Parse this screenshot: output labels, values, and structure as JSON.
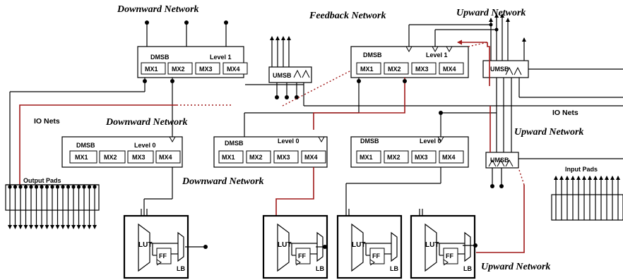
{
  "labels": {
    "downward_network": "Downward Network",
    "upward_network": "Upward Network",
    "feedback_network": "Feedback Network",
    "io_nets": "IO Nets",
    "output_pads": "Output Pads",
    "input_pads": "Input  Pads",
    "dmsb": "DMSB",
    "umsb": "UMSB",
    "level_1": "Level 1",
    "level_0": "Level 0",
    "lut": "LUT",
    "ff": "FF",
    "lb": "LB",
    "mux": [
      "MX1",
      "MX2",
      "MX3",
      "MX4"
    ]
  },
  "colors": {
    "feedback_path": "#a01818",
    "wire": "#000000"
  }
}
